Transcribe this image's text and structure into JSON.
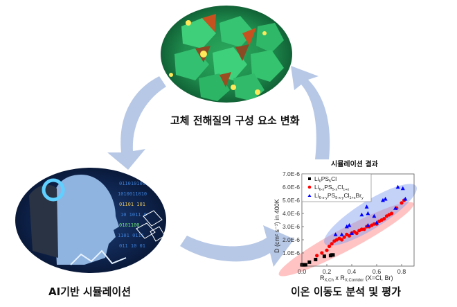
{
  "diagram": {
    "top_caption": "고체 전해질의 구성 요소 변화",
    "left_caption": "AI기반 시뮬레이션",
    "right_caption": "이온 이동도 분석 및 평가",
    "chart_title": "시뮬레이션 결과",
    "arrow_color": "#b7c8e6",
    "nodes": [
      {
        "id": "structure",
        "label": "고체 전해질의 구성 요소 변화",
        "image": "crystal-structure-polyhedra"
      },
      {
        "id": "ai",
        "label": "AI기반 시뮬레이션",
        "image": "ai-face-binary-code"
      },
      {
        "id": "analysis",
        "label": "이온 이동도 분석 및 평가",
        "image": "diffusion-scatter-chart"
      }
    ],
    "cycle": [
      "structure -> ai",
      "ai -> analysis",
      "analysis -> structure"
    ]
  },
  "chart_data": {
    "type": "scatter",
    "title": "시뮬레이션 결과",
    "xlabel": "R_X,Ch x R_X,Corridor (X=Cl, Br)",
    "ylabel": "D (cm^2 s^-1) in 400K",
    "xlim": [
      0.0,
      0.9
    ],
    "ylim": [
      0,
      7e-06
    ],
    "xticks": [
      "0.0",
      "0.2",
      "0.4",
      "0.6",
      "0.8"
    ],
    "yticks": [
      "1.0E-6",
      "2.0E-6",
      "3.0E-6",
      "4.0E-6",
      "5.0E-6",
      "6.0E-6",
      "7.0E-6"
    ],
    "legend_position": "upper-left",
    "grid": false,
    "point_values_note": "Axis ranges, ticks, and legend are read from the image. Individual x/y points below are hand-placed estimates that approximate each cluster's location and trend; they were not measured marker-by-marker. The red series is dense and overlapping, so its count and positions are especially approximate.",
    "series": [
      {
        "name": "Li6PS5Cl",
        "marker": "square",
        "color": "#000000",
        "x": [
          0.0,
          0.01,
          0.02,
          0.03,
          0.06,
          0.11,
          0.18,
          0.23,
          0.24,
          0.25
        ],
        "y": [
          1e-07,
          1e-07,
          1e-07,
          1e-07,
          3e-07,
          5e-07,
          7.5e-07,
          8e-07,
          8.5e-07,
          8.5e-07
        ]
      },
      {
        "name": "Li6-xPS5-xCl1+x",
        "marker": "circle",
        "color": "#ff0000",
        "x": [
          0.12,
          0.16,
          0.2,
          0.22,
          0.24,
          0.26,
          0.28,
          0.3,
          0.32,
          0.34,
          0.36,
          0.38,
          0.4,
          0.42,
          0.44,
          0.46,
          0.48,
          0.5,
          0.52,
          0.54,
          0.56,
          0.58,
          0.6,
          0.62,
          0.64,
          0.66,
          0.68,
          0.7,
          0.72,
          0.76,
          0.8,
          0.82
        ],
        "y": [
          8e-07,
          1e-06,
          1.2e-06,
          1.5e-06,
          1.7e-06,
          1.9e-06,
          2e-06,
          2.1e-06,
          2e-06,
          2.2e-06,
          2.4e-06,
          2.3e-06,
          2.5e-06,
          2.6e-06,
          2.5e-06,
          2.7e-06,
          2.8e-06,
          2.8e-06,
          3e-06,
          3e-06,
          3.1e-06,
          3.2e-06,
          3.2e-06,
          3.4e-06,
          3.5e-06,
          3.6e-06,
          3.8e-06,
          3.9e-06,
          4e-06,
          4.4e-06,
          4.8e-06,
          5e-06
        ]
      },
      {
        "name": "Li6-x-yPS5-x-yCl1+xBry",
        "marker": "triangle",
        "color": "#0000ff",
        "x": [
          0.27,
          0.32,
          0.36,
          0.38,
          0.4,
          0.48,
          0.52,
          0.53,
          0.53,
          0.58,
          0.6,
          0.65,
          0.67,
          0.75,
          0.77,
          0.81,
          0.83
        ],
        "y": [
          2.4e-06,
          2.4e-06,
          3e-06,
          3.1e-06,
          2.5e-06,
          3.9e-06,
          4.5e-06,
          4e-06,
          3.1e-06,
          3.8e-06,
          3.3e-06,
          5e-06,
          5.1e-06,
          4.4e-06,
          6e-06,
          5.9e-06,
          5.1e-06
        ]
      }
    ]
  }
}
